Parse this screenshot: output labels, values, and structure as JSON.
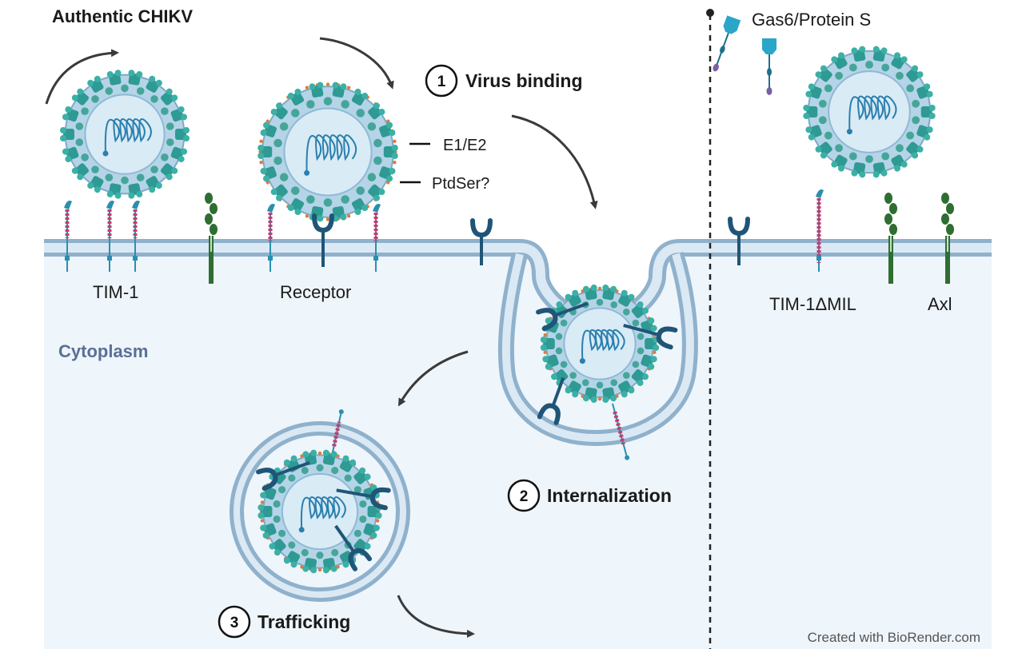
{
  "title": "Authentic CHIKV",
  "steps": [
    {
      "number": "1",
      "label": "Virus binding"
    },
    {
      "number": "2",
      "label": "Internalization"
    },
    {
      "number": "3",
      "label": "Trafficking"
    }
  ],
  "labels": {
    "e1e2": "E1/E2",
    "ptdser": "PtdSer?",
    "tim1": "TIM-1",
    "receptor": "Receptor",
    "cytoplasm": "Cytoplasm",
    "gas6": "Gas6/Protein S",
    "tim1_mutant": "TIM-1ΔMIL",
    "axl": "Axl"
  },
  "credit": "Created with BioRender.com",
  "colors": {
    "cytoplasm": "#eef5fb",
    "membrane": "#c7dcec",
    "membrane_line": "#8fb1cc",
    "virus_shell": "#b5d4e8",
    "virus_inner": "#d9ebf5",
    "spike": "#2e9a93",
    "rna": "#2a7fae",
    "tim1": "#c33d6e",
    "receptor": "#1f5577",
    "axl": "#2f6e32",
    "gas6": "#2aa6c9",
    "ptdser": "#e07b3a"
  }
}
